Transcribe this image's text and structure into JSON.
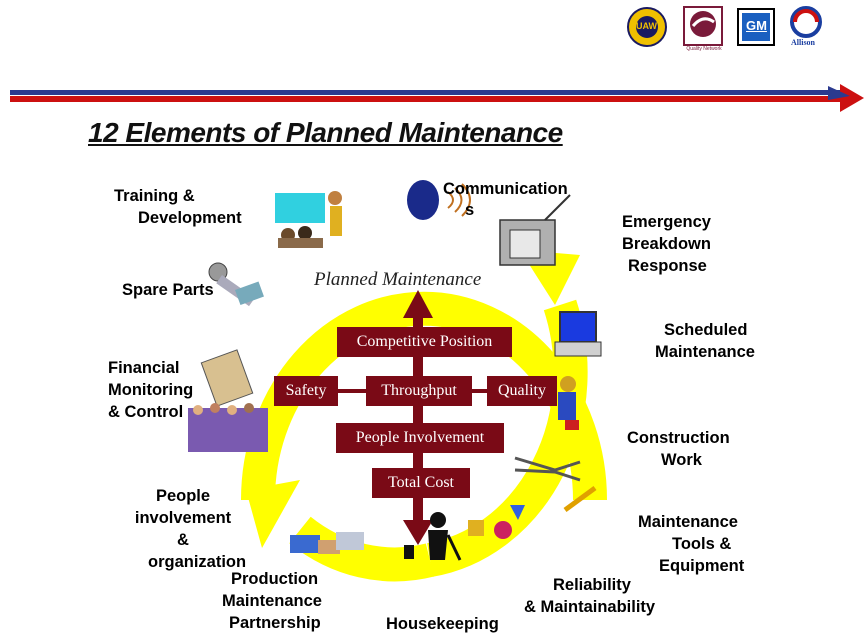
{
  "title": "12 Elements of Planned Maintenance",
  "center_title": "Planned Maintenance",
  "center_boxes": {
    "competitive": "Competitive Position",
    "safety": "Safety",
    "throughput": "Throughput",
    "quality": "Quality",
    "people": "People Involvement",
    "cost": "Total Cost"
  },
  "elements": {
    "training": [
      "Training &",
      "Development"
    ],
    "communication": [
      "Communication",
      "s"
    ],
    "emergency": [
      "Emergency",
      "Breakdown",
      "Response"
    ],
    "scheduled": [
      "Scheduled",
      "Maintenance"
    ],
    "construction": [
      "Construction",
      "Work"
    ],
    "tools": [
      "Maintenance",
      "Tools &",
      "Equipment"
    ],
    "reliability": [
      "Reliability",
      "& Maintainability"
    ],
    "housekeeping": "Housekeeping",
    "production": [
      "Production",
      "Maintenance",
      "Partnership"
    ],
    "people": [
      "People",
      "involvement",
      "&",
      "organization"
    ],
    "financial": [
      "Financial",
      "Monitoring",
      "& Control"
    ],
    "spare": "Spare Parts"
  },
  "logos": [
    "UAW",
    "Quality Network",
    "GM",
    "Allison"
  ],
  "colors": {
    "ring": "#ffff00",
    "ring_edge": "#e8e800",
    "box": "#7a0a16",
    "rule_blue": "#2b3a8f",
    "rule_red": "#cc1010"
  }
}
